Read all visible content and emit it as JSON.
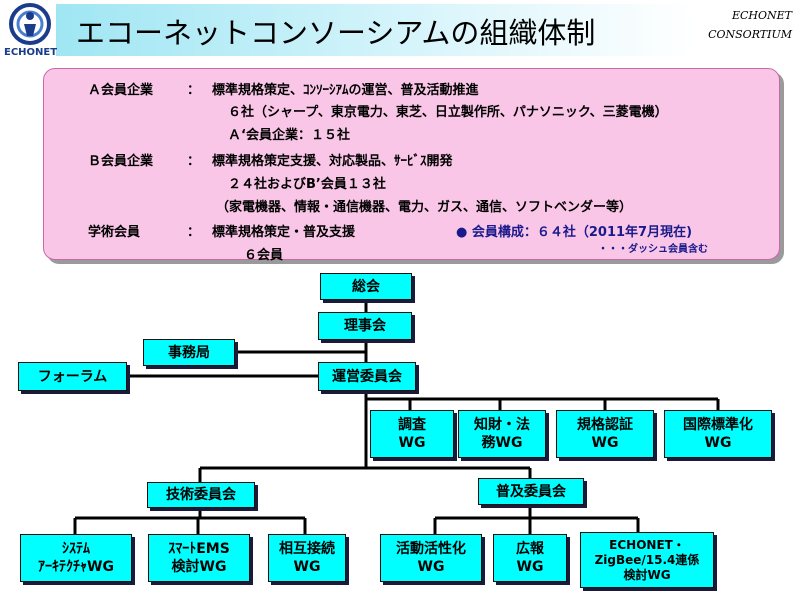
{
  "header": {
    "title": "エコーネットコンソーシアムの組織体制",
    "corner_line1": "ECHONET",
    "corner_line2": "CONSORTIUM",
    "logo_text": "ECHONET"
  },
  "membership": {
    "a_label": "Ａ会員企業",
    "a_colon": "：",
    "a_desc": "標準規格策定、ｺﾝｿｰｼｱﾑの運営、普及活動推進",
    "a_count": "６社（シャープ、東京電力、東芝、日立製作所、パナソニック、三菱電機）",
    "a_dash": "Ａ‘会員企業：１５社",
    "b_label": "Ｂ会員企業",
    "b_colon": "：",
    "b_desc": "標準規格策定支援、対応製品、ｻｰﾋﾞｽ開発",
    "b_count": "２４社およびB’会員１３社",
    "b_detail": "（家電機器、情報・通信機器、電力、ガス、通信、ソフトベンダー等）",
    "g_label": "学術会員",
    "g_colon": "：",
    "g_desc": "標準規格策定・普及支援",
    "g_count": "６会員",
    "composition": "● 会員構成：６４社（2011年7月現在)",
    "composition_note": "・・・ダッシュ会員含む"
  },
  "org": {
    "general_assembly": "総会",
    "board": "理事会",
    "secretariat": "事務局",
    "forum": "フォーラム",
    "steering": "運営委員会",
    "wg_survey": [
      "調査",
      "WG"
    ],
    "wg_ip_legal": [
      "知財・法",
      "務WG"
    ],
    "wg_certification": [
      "規格認証",
      "WG"
    ],
    "wg_intl_std": [
      "国際標準化",
      "WG"
    ],
    "tech_committee": "技術委員会",
    "promo_committee": "普及委員会",
    "wg_system_arch": [
      "ｼｽﾃﾑ",
      "ｱｰｷﾃｸﾁｬWG"
    ],
    "wg_smart_ems": [
      "ｽﾏｰﾄEMS",
      "検討WG"
    ],
    "wg_interop": [
      "相互接続",
      "WG"
    ],
    "wg_activation": [
      "活動活性化",
      "WG"
    ],
    "wg_pr": [
      "広報",
      "WG"
    ],
    "wg_zigbee": [
      "ECHONET・",
      "ZigBee/15.4連係",
      "検討WG"
    ]
  },
  "colors": {
    "box_fill": "#00ffff",
    "panel_fill": "#f9c6e7",
    "header_band": "#9fe6f3"
  }
}
